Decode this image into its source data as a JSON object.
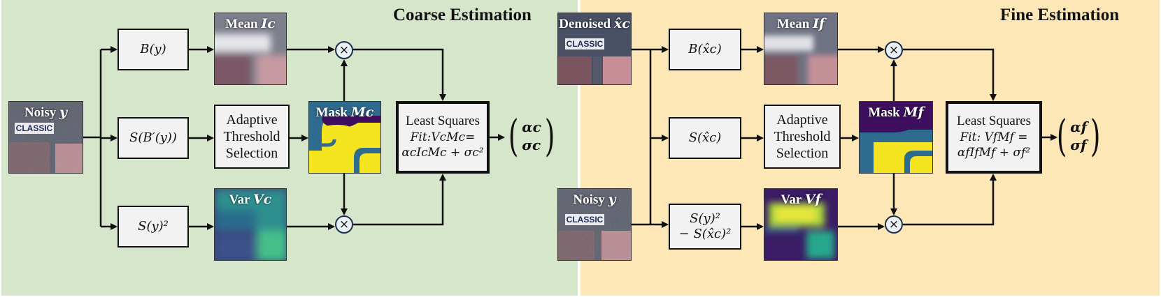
{
  "panels": {
    "coarse": {
      "title": "Coarse Estimation"
    },
    "fine": {
      "title": "Fine Estimation"
    }
  },
  "coarse": {
    "input": {
      "label": "Noisy",
      "symbol": "y",
      "sign_text": "CLASSIC"
    },
    "blur_box": "B(y)",
    "std_box": "S(B′(y))",
    "sq_box": "S(y)²",
    "threshold_box": [
      "Adaptive",
      "Threshold",
      "Selection"
    ],
    "mean": {
      "label": "Mean",
      "symbol": "Ic"
    },
    "mask": {
      "label": "Mask",
      "symbol": "Mc"
    },
    "var": {
      "label": "Var",
      "symbol": "Vc"
    },
    "lsq_box": [
      "Least Squares",
      "Fit:VcMc=",
      "αcIcMc + σc²"
    ],
    "output": [
      "αc",
      "σc"
    ]
  },
  "fine": {
    "denoised": {
      "label": "Denoised",
      "symbol": "x̂c",
      "sign_text": "CLASSIC"
    },
    "noisy": {
      "label": "Noisy",
      "symbol": "y",
      "sign_text": "CLASSIC"
    },
    "blur_box": "B(x̂c)",
    "std_box": "S(x̂c)",
    "diff_box": [
      "S(y)²",
      "− S(x̂c)²"
    ],
    "threshold_box": [
      "Adaptive",
      "Threshold",
      "Selection"
    ],
    "mean": {
      "label": "Mean",
      "symbol": "If"
    },
    "mask": {
      "label": "Mask",
      "symbol": "Mf"
    },
    "var": {
      "label": "Var",
      "symbol": "Vf"
    },
    "lsq_box": [
      "Least Squares",
      "Fit: VfMf =",
      "αfIfMf + σf²"
    ],
    "output": [
      "αf",
      "σf"
    ]
  },
  "multiply_symbol": "×",
  "colors": {
    "coarse_bg": "#d6e6cb",
    "fine_bg": "#fde7b6",
    "box_fill": "#f2f2f2",
    "mask_yellow": "#f4e520",
    "mask_purple": "#3f0f5f",
    "mask_teal": "#2e6b8f",
    "viridis_dark": "#3b2b6b",
    "viridis_green": "#2fb58a"
  }
}
